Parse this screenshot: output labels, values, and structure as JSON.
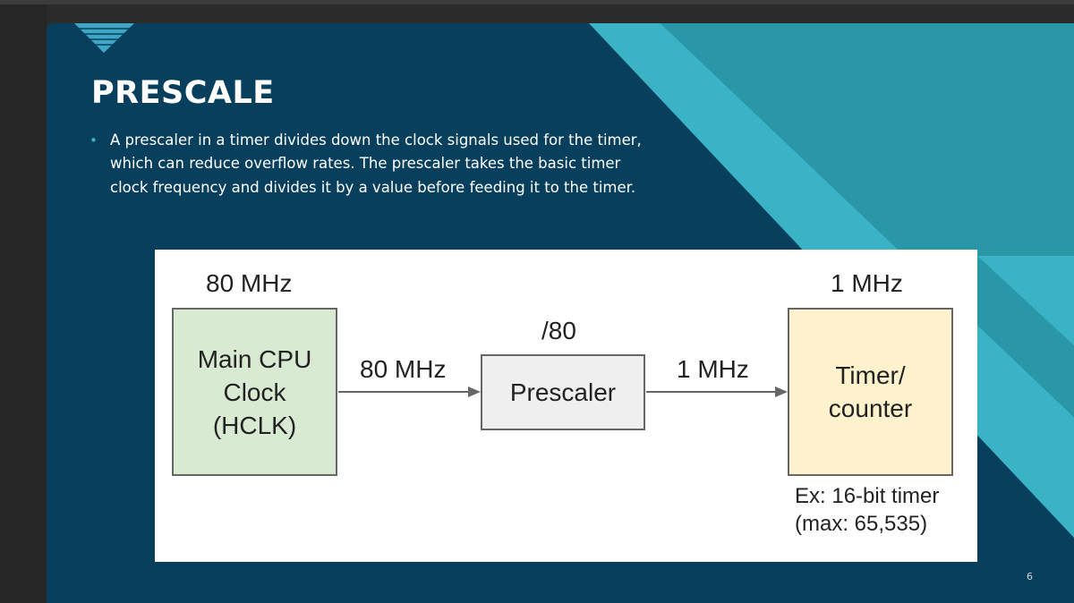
{
  "slide": {
    "title": "PRESCALE",
    "bullet": "A prescaler in a timer divides down the clock signals used for the timer, which can reduce overflow rates. The prescaler takes the basic timer clock frequency and divides it by a value before feeding it to the timer.",
    "page_number": "6"
  },
  "diagram": {
    "clock_freq_label": "80 MHz",
    "clock_box_lines": [
      "Main CPU",
      "Clock",
      "(HCLK)"
    ],
    "arrow1_label": "80 MHz",
    "divider_label": "/80",
    "prescaler_label": "Prescaler",
    "arrow2_label": "1 MHz",
    "timer_freq_label": "1 MHz",
    "timer_box_lines": [
      "Timer/",
      "counter"
    ],
    "note_lines": [
      "Ex: 16-bit timer",
      "(max: 65,535)"
    ]
  },
  "colors": {
    "slide_bg": "#073f5c",
    "accent_teal": "#3bb3c6",
    "clock_box": "#d9ead3",
    "prescaler_box": "#efefef",
    "timer_box": "#fff2cc"
  }
}
